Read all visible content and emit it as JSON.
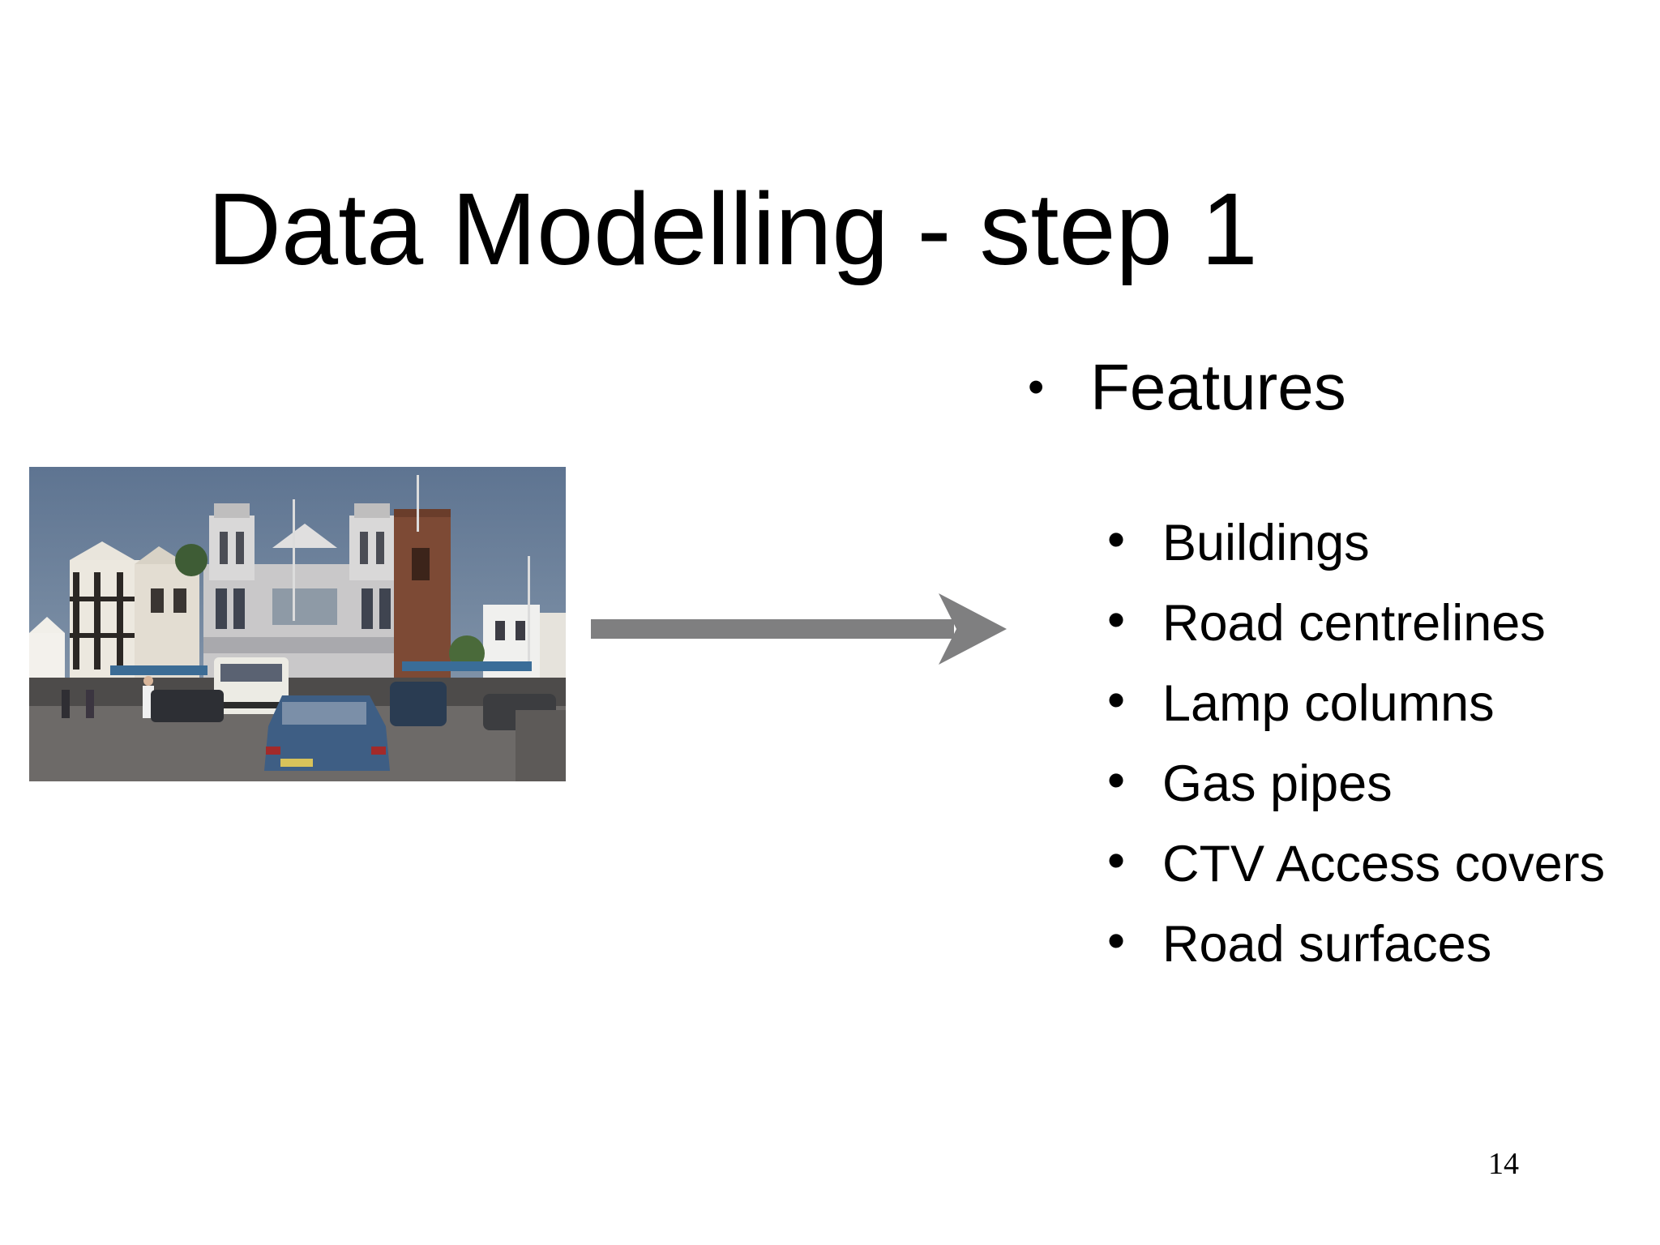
{
  "slide": {
    "title": "Data Modelling - step 1",
    "main_bullet": "Features",
    "sub_bullets": [
      "Buildings",
      "Road centrelines",
      "Lamp columns",
      "Gas pipes",
      "CTV Access covers",
      "Road surfaces"
    ],
    "page_number": "14",
    "colors": {
      "arrow": "#7f7f80",
      "text": "#000000",
      "background": "#ffffff"
    },
    "photo": "town-square-street-photo"
  }
}
